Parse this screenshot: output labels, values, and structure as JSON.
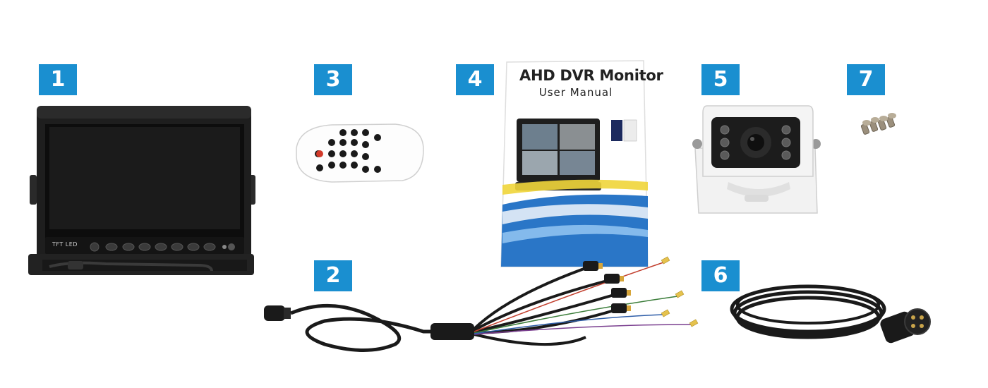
{
  "badges": {
    "b1": "1",
    "b2": "2",
    "b3": "3",
    "b4": "4",
    "b5": "5",
    "b6": "6",
    "b7": "7"
  },
  "manual": {
    "title": "AHD DVR Monitor",
    "subtitle": "User Manual"
  },
  "monitor": {
    "brand_label": "TFT LED"
  },
  "colors": {
    "badge": "#1a8fd0",
    "manual_accent": "#1f6fc4",
    "cable": "#1a1a1a",
    "camera_body": "#f2f2f2"
  },
  "items": [
    "monitor-icon",
    "wiring-harness-icon",
    "remote-control-icon",
    "user-manual-icon",
    "camera-icon",
    "extension-cable-icon",
    "screws-icon"
  ]
}
